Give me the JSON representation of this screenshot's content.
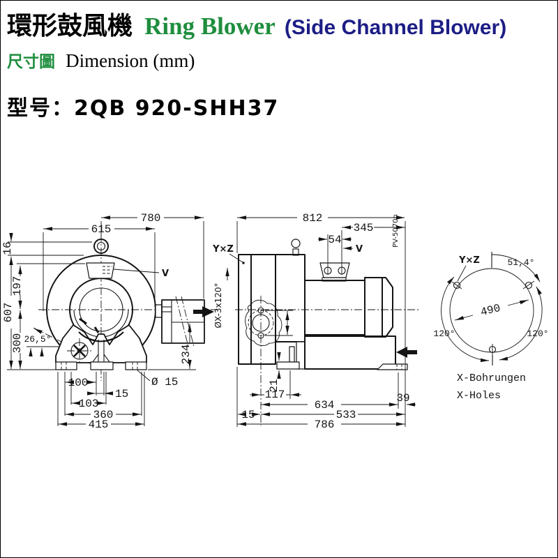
{
  "header": {
    "title_cjk": "環形鼓風機",
    "title_en": "Ring Blower",
    "title_paren": "(Side Channel Blower)",
    "sub_cjk": "尺寸圖",
    "sub_en": "Dimension (mm)",
    "model_label": "型号：",
    "model_value": "2QB 920-SHH37",
    "accent_green": "#1e8e3e",
    "accent_navy": "#1d1d86"
  },
  "front_view": {
    "dims": {
      "w780": "780",
      "w615": "615",
      "h16": "16",
      "h607": "607",
      "h197": "197",
      "h300": "300",
      "angle": "26,5°",
      "w100": "100",
      "w15": "15",
      "w103": "103",
      "w360": "360",
      "w415": "415",
      "hole": "Ø 15",
      "h234": "234",
      "port": "V"
    }
  },
  "side_view": {
    "dims": {
      "w812": "812",
      "w345": "345",
      "w54": "54",
      "port": "V",
      "tap": "Y×Z",
      "flange_holes": "ØX-3x120°",
      "code": "PV-5070b",
      "h21": "21",
      "w117": "117",
      "w634": "634",
      "w39": "39",
      "w15": "15",
      "w533": "533",
      "w786": "786"
    }
  },
  "bolt_view": {
    "tap": "Y×Z",
    "angle_top": "51,4°",
    "pcd": "490",
    "angle_left": "120°",
    "angle_right": "120°",
    "caption_de": "X-Bohrungen",
    "caption_en": "X-Holes"
  }
}
